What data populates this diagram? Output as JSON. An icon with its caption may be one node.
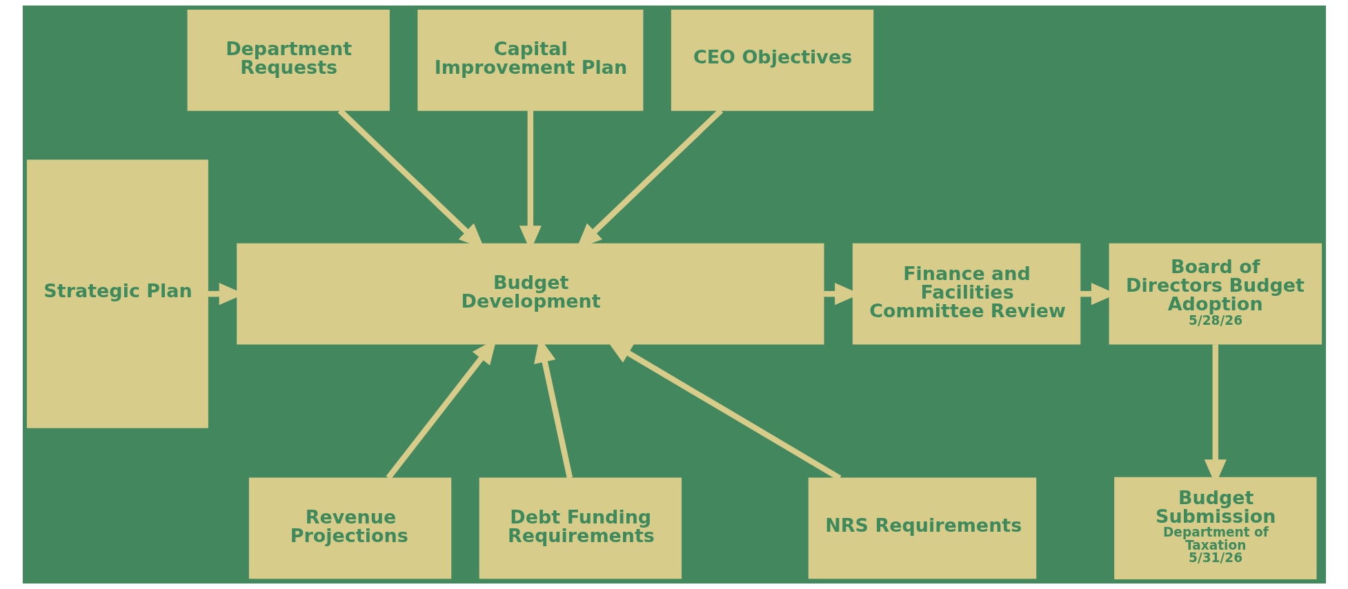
{
  "diagram": {
    "nodes": [
      {
        "text": [
          "Strategic Plan"
        ]
      },
      {
        "text": [
          "Department Requests"
        ]
      },
      {
        "text": [
          "Capital Improvement Plan"
        ]
      },
      {
        "text": [
          "CEO Objectives"
        ]
      },
      {
        "text": [
          "Budget Development"
        ]
      },
      {
        "text": [
          "Finance and Facilities Committee Review"
        ]
      },
      {
        "text": [
          "Board of Directors Budget Adoption",
          "5/28/26"
        ]
      },
      {
        "text": [
          "Budget Submission",
          "Department of Taxation",
          "5/31/26"
        ]
      },
      {
        "text": [
          "Revenue Projections"
        ]
      },
      {
        "text": [
          "Debt Funding Requirements"
        ]
      },
      {
        "text": [
          "NRS Requirements"
        ]
      }
    ],
    "edges": [
      {
        "from": 0,
        "to": 4,
        "arrow": "to"
      },
      {
        "from": 1,
        "to": 4,
        "arrow": "to"
      },
      {
        "from": 2,
        "to": 4,
        "arrow": "to"
      },
      {
        "from": 3,
        "to": 4,
        "arrow": "to"
      },
      {
        "from": 8,
        "to": 4,
        "arrow": "to"
      },
      {
        "from": 9,
        "to": 4,
        "arrow": "to"
      },
      {
        "from": 10,
        "to": 4,
        "arrow": "to"
      },
      {
        "from": 4,
        "to": 5,
        "arrow": "to"
      },
      {
        "from": 5,
        "to": 6,
        "arrow": "to"
      },
      {
        "from": 6,
        "to": 7,
        "arrow": "to"
      }
    ]
  }
}
